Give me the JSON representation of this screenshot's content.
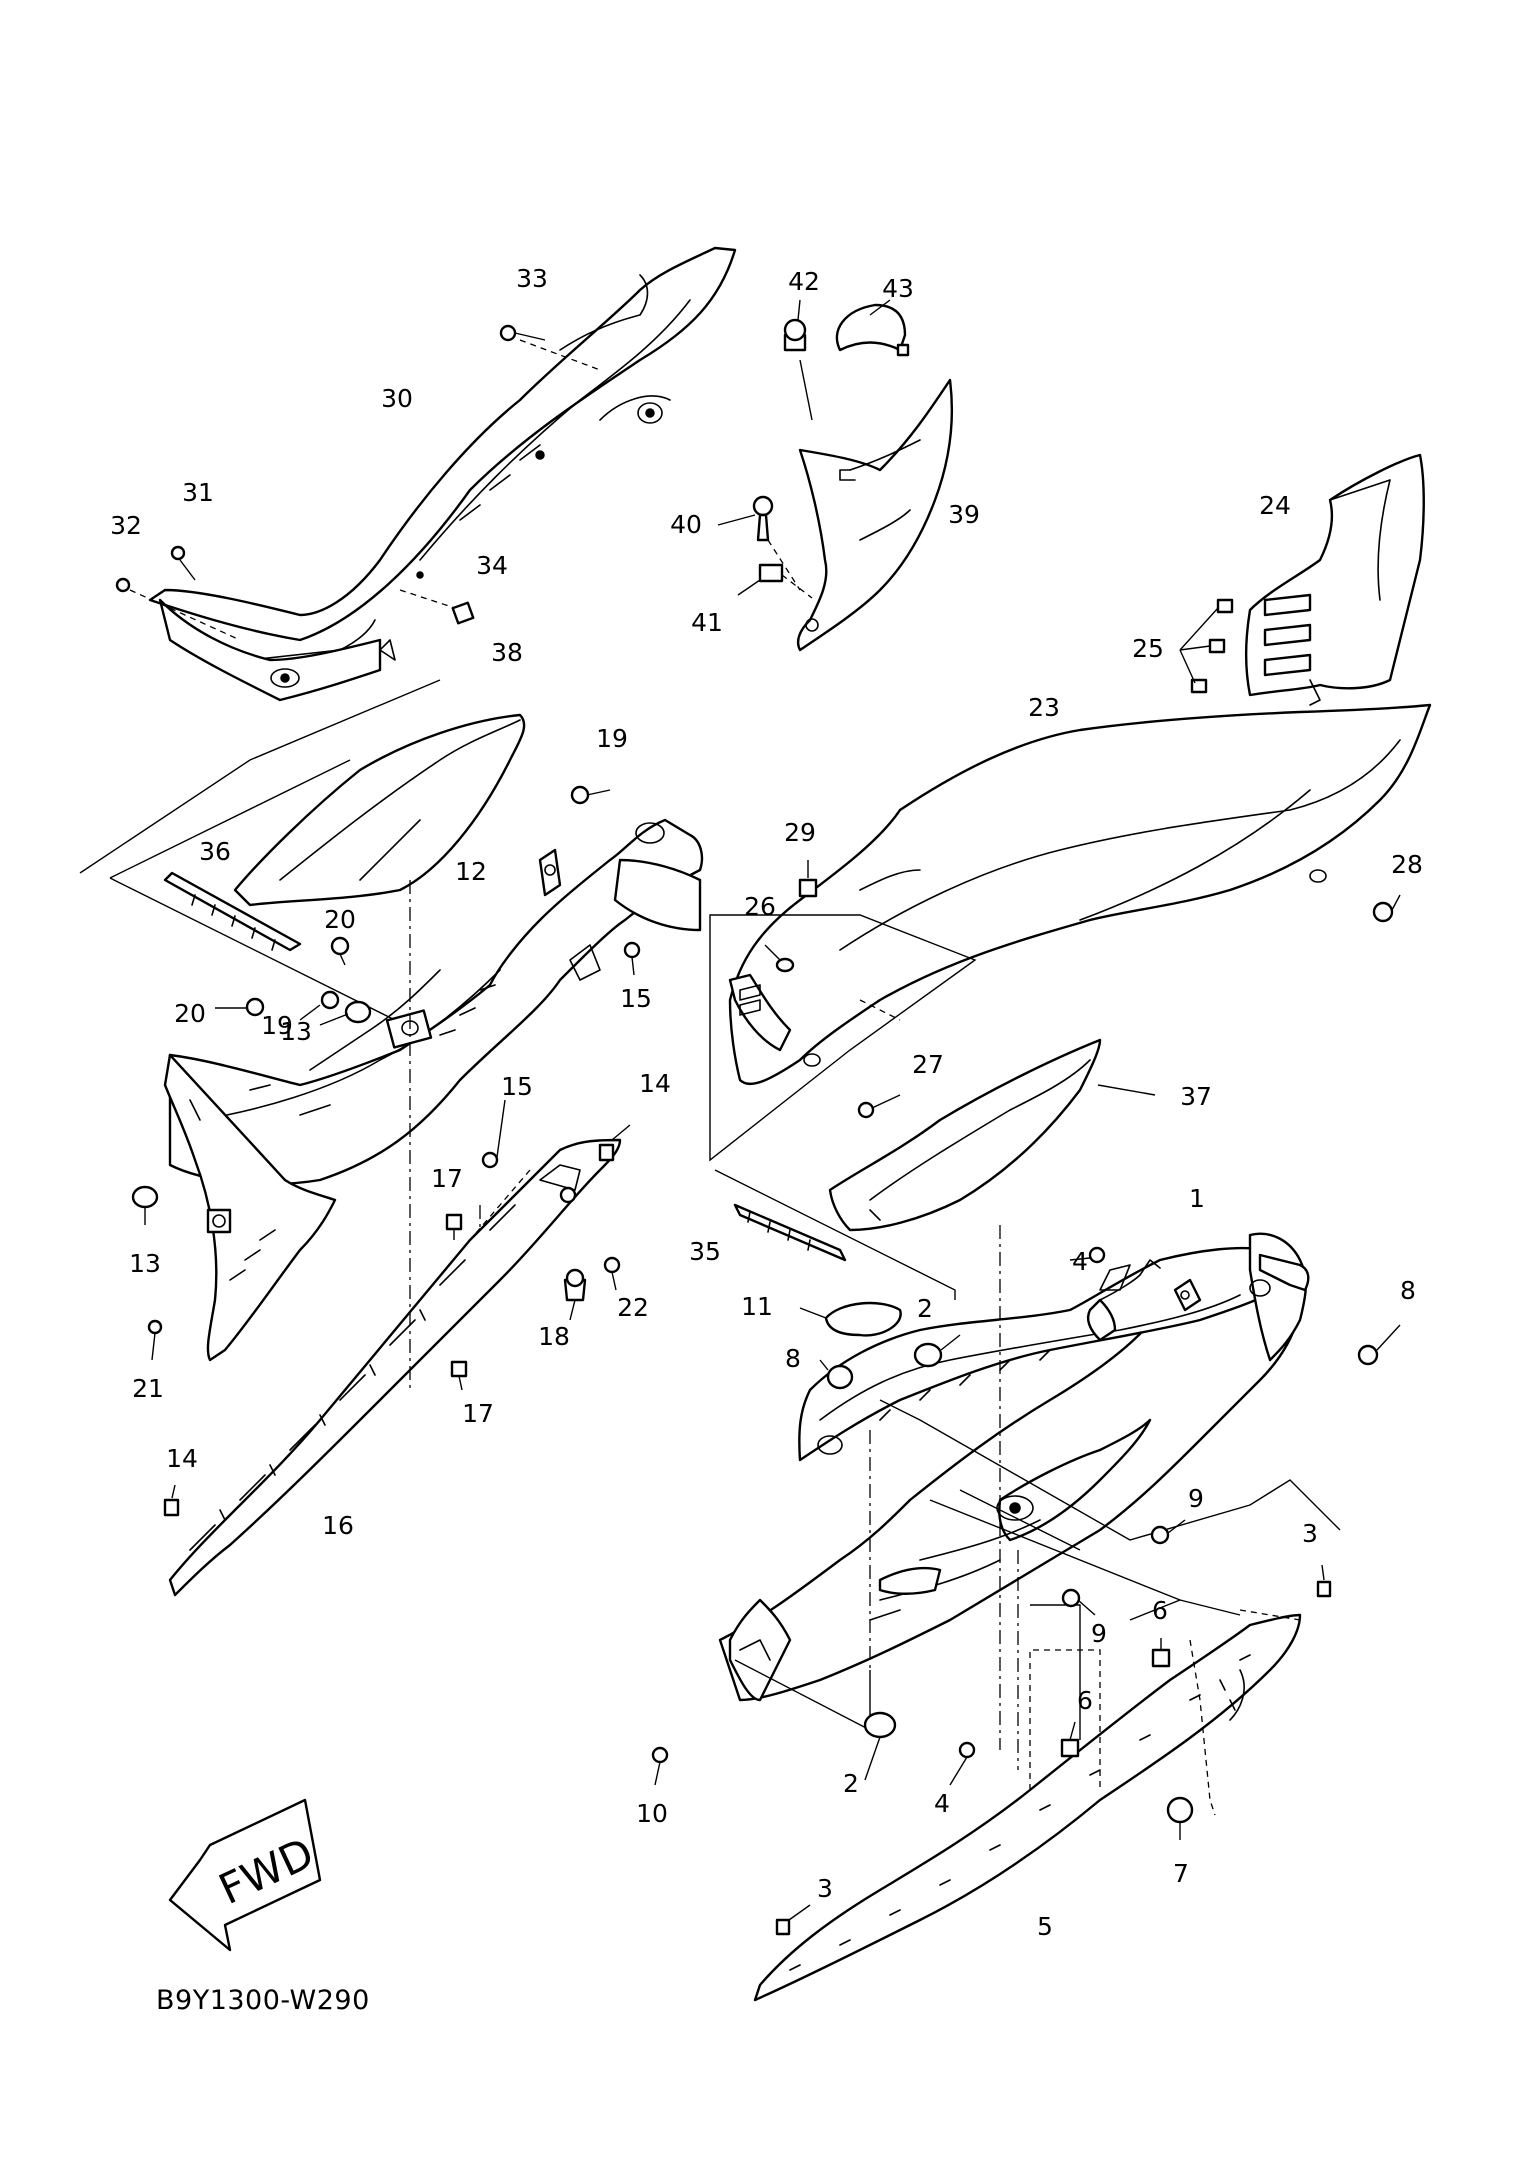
{
  "diagram_code": "B9Y1300-W290",
  "forward_label": "FWD",
  "callouts": [
    "1",
    "2",
    "3",
    "4",
    "5",
    "6",
    "7",
    "8",
    "9",
    "10",
    "11",
    "12",
    "13",
    "14",
    "15",
    "16",
    "17",
    "18",
    "19",
    "20",
    "21",
    "22",
    "23",
    "24",
    "25",
    "26",
    "27",
    "28",
    "29",
    "30",
    "31",
    "32",
    "33",
    "34",
    "35",
    "36",
    "37",
    "38",
    "39",
    "40",
    "41",
    "42",
    "43"
  ]
}
